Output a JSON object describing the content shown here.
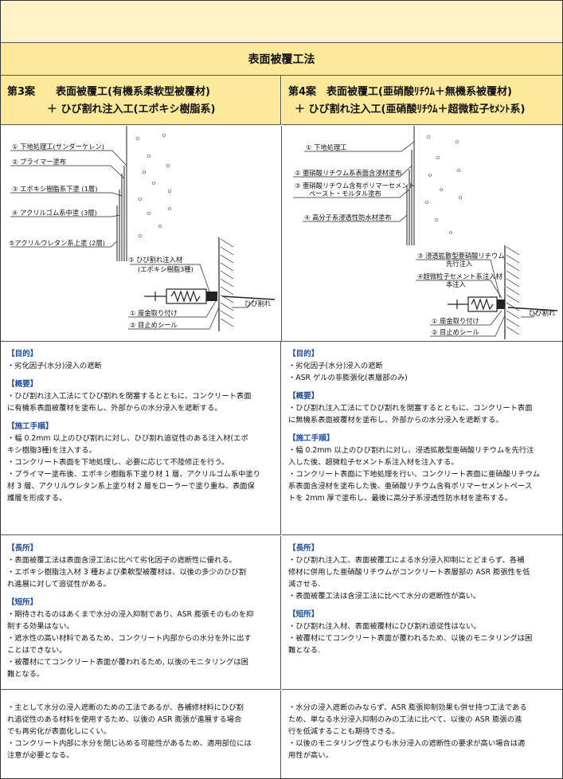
{
  "title": "表面被覆工法",
  "case3": {
    "line1": "第3案　　表面被覆工(有機系柔軟型被覆材)",
    "line2": "＋ ひび割れ注入工(エポキシ樹脂系)",
    "diagram": {
      "labels": [
        "① 下地処理工(サンダーケレン)",
        "② プライマー塗布",
        "③ エポキシ樹脂系下塗 (1層)",
        "④ アクリルゴム系中塗 (3層)",
        "⑤アクリルウレタン系上塗 (2層)"
      ],
      "inject_1": "③ ひび割れ注入材",
      "inject_2": "(エポキシ樹脂3種)",
      "crack": "ひび割れ",
      "base_1": "① 座金取り付け",
      "base_2": "② 目止めシール"
    },
    "purpose_h": "【目的】",
    "purpose": [
      "・劣化因子(水分)浸入の遮断"
    ],
    "overview_h": "【概要】",
    "overview": [
      "・ひび割れ注入工法にてひび割れを閉塞するとともに、コンクリート表面",
      "に有機系表面被覆材を塗布し、外部からの水分浸入を遮断する。"
    ],
    "procedure_h": "【施工手順】",
    "procedure": [
      "・幅 0.2mm 以上のひび割れに対し、ひび割れ追従性のある注入材(エポ",
      "キシ樹脂3種)を注入する。",
      "・コンクリート表面を下地処理し、必要に応じて不陸修正を行う。",
      "・プライマー塗布後、エポキシ樹脂系下塗り材 1 層、アクリルゴム系中塗り",
      "材 3 層、アクリルウレタン系上塗り材 2 層をローラーで塗り重ね、表面保",
      "護層を形成する。"
    ],
    "merit_h": "【長所】",
    "merit": [
      "・表面被覆工法は表面含浸工法に比べて劣化因子の遮断性に優れる。",
      "・エポキシ樹脂注入材 3 種および柔軟型被覆材は、以後の多少のひび割",
      "れ進展に対して追従性がある。"
    ],
    "demerit_h": "【短所】",
    "demerit": [
      "・期待されるのはあくまで水分の浸入抑制であり、ASR 膨張そのものを抑",
      "制する効果はない。",
      "・遮水性の高い材料であるため、コンクリート内部からの水分を外に出す",
      "ことはできない。",
      "・被覆材にてコンクリート表面が覆われるため, 以後のモニタリングは困",
      "難となる。"
    ],
    "summary": [
      "・主として水分の浸入遮断のための工法であるが、各補修材料にひび割",
      "れ追従性のある材料を使用するため、以後の ASR 膨張が進展する場合",
      "でも再劣化が表面化しにくい。",
      "・コンクリート内部に水分を閉じ込める可能性があるため、適用部位には",
      "注意が必要となる。"
    ]
  },
  "case4": {
    "line1": "第4案　表面被覆工(亜硝酸ﾘﾁｳﾑ＋無機系被覆材)",
    "line2": "＋ ひび割れ注入工(亜硝酸ﾘﾁｳﾑ＋超微粒子ｾﾒﾝﾄ系)",
    "diagram": {
      "label1": "① 下地処理工",
      "label2": "② 亜硝酸リチウム系表面含浸材塗布",
      "label3a": "③ 亜硝酸リチウム含有ポリマーセメント",
      "label3b": "ペースト・モルタル塗布",
      "label4": "④ 高分子系浸透性防水材塗布",
      "inject3a": "③ 浸透拡散型亜硝酸リチウム",
      "inject3b": "先行注入",
      "inject4a": "④超微粒子セメント系注入材",
      "inject4b": "本注入",
      "crack": "ひび割れ",
      "base_1": "① 座金取り付け",
      "base_2": "② 目止めシール"
    },
    "purpose_h": "【目的】",
    "purpose": [
      "・劣化因子(水分)浸入の遮断",
      "・ASR ゲルの非膨張化(表層部のみ)"
    ],
    "overview_h": "【概要】",
    "overview": [
      "・ひび割れ注入工法にてひび割れを閉塞するとともに、コンクリート表面",
      "に無機系表面被覆材を塗布し、外部からの水分浸入を遮断する。"
    ],
    "procedure_h": "【施工手順】",
    "procedure": [
      "・幅 0.2mm 以上のひび割れに対し、浸透拡散型亜硝酸リチウムを先行注",
      "入した後、超微粒子セメント系注入材を注入する。",
      "・コンクリート表面に下地処理を行い、コンクリート表面に亜硝酸リチウム",
      "系表面含浸材を塗布した後、亜硝酸リチウム含有ポリマーセメントペース",
      "トを 2mm 厚で塗布し、最後に高分子系浸透性防水材を塗布する。"
    ],
    "merit_h": "【長所】",
    "merit": [
      "・ひび割れ注入工、表面被覆工による水分浸入抑制にとどまらず、各補",
      "修材に併用した亜硝酸リチウムがコンクリート表層部の ASR 膨張性を低",
      "減させる.",
      "・表面被覆工法は含浸工法に比べて水分の遮断性が高い。"
    ],
    "demerit_h": "【短所】",
    "demerit": [
      "・ひび割れ注入材、表面被覆材にひび割れ追従性はない。",
      "・被覆材にてコンクリート表面が覆われるため、以後のモニタリングは困",
      "難となる."
    ],
    "summary": [
      "・水分の浸入遮断のみならず、ASR 膨張抑制効果も併せ持つ工法である",
      "ため、単なる水分浸入抑制のみの工法に比べて、以後の ASR 膨張の進",
      "行を低減することも期待できる。",
      "・以後のモニタリング性よりも水分浸入の遮断性の要求が高い場合は適",
      "用性が高い。"
    ]
  }
}
